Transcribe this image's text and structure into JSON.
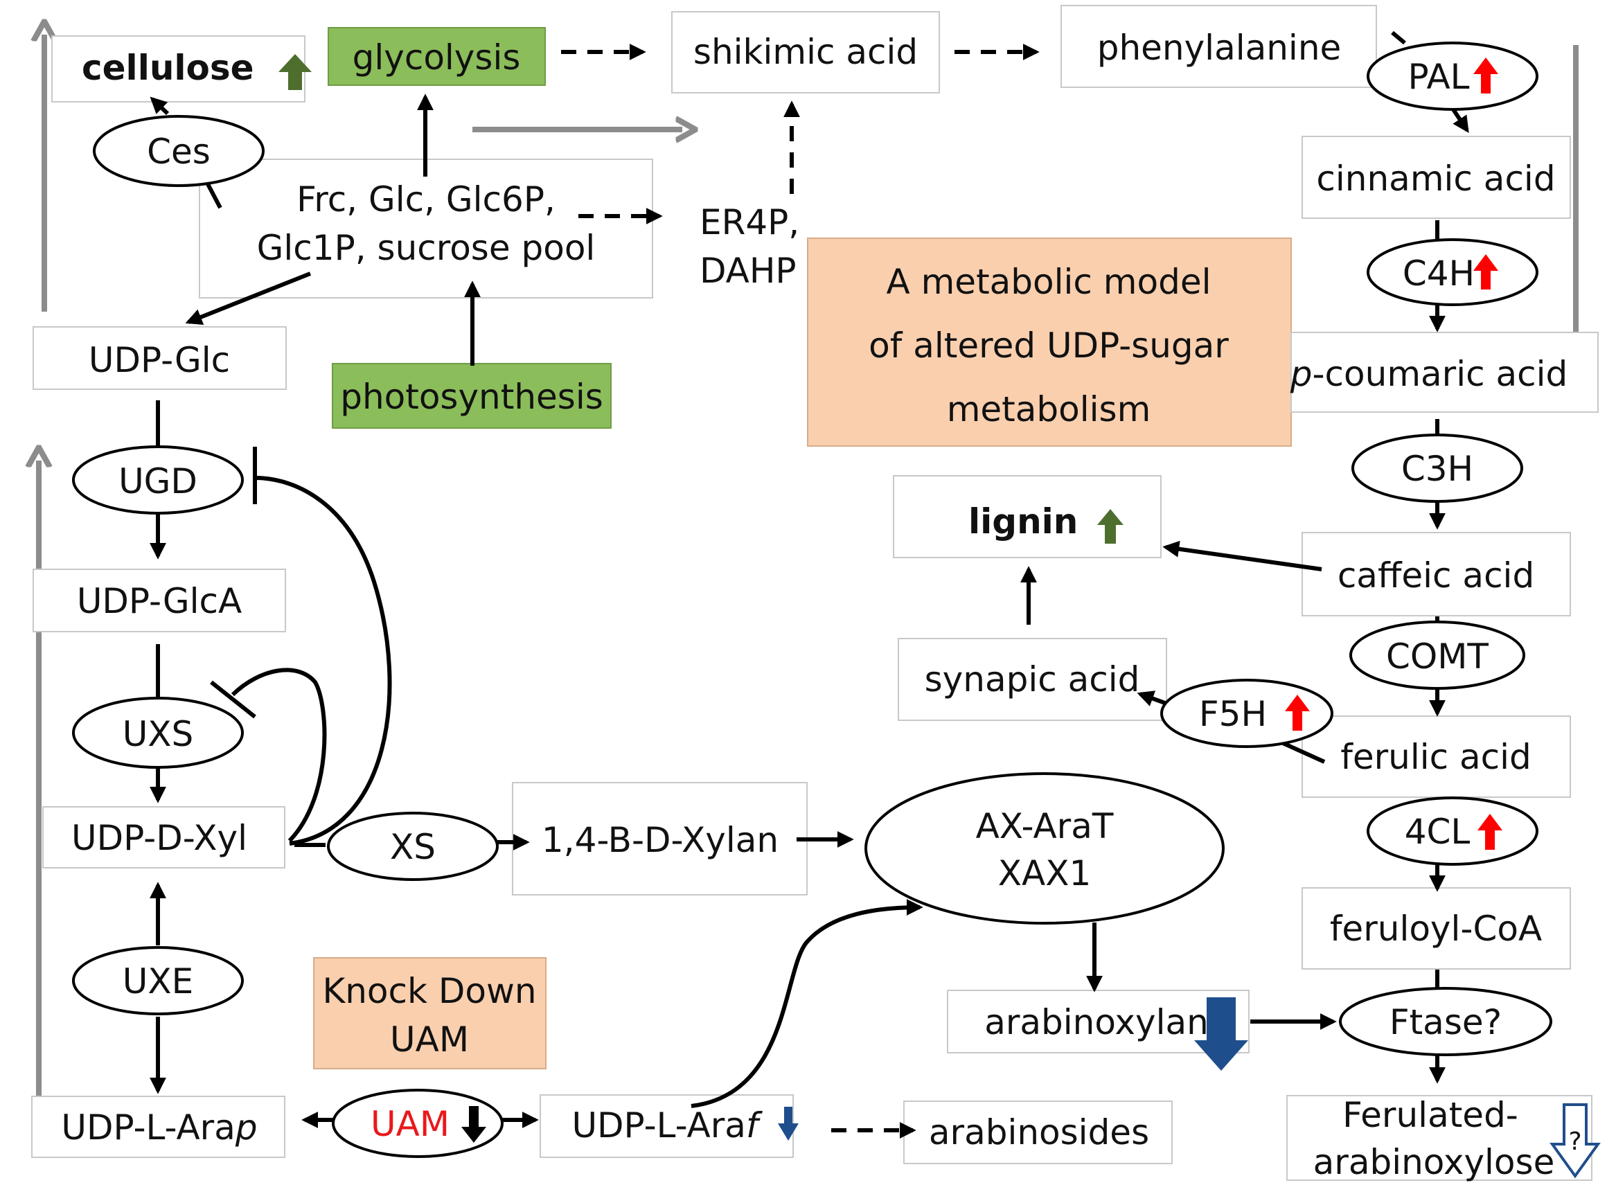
{
  "title": "A metabolic model of altered UDP-sugar metabolism",
  "title_lines": [
    "A metabolic model",
    "of altered UDP-sugar",
    "metabolism"
  ],
  "colors": {
    "process_green": "#8bbd5a",
    "title_orange": "#f9cfae",
    "up_red": "#ff0000",
    "up_green": "#4e6e2e",
    "down_blue": "#1f4e8c",
    "grey_arrow": "#8c8c8c"
  },
  "nodes": {
    "cellulose": "cellulose",
    "glycolysis": "glycolysis",
    "shikimic": "shikimic acid",
    "phenylalanine": "phenylalanine",
    "pool_line1": "Frc, Glc, Glc6P,",
    "pool_line2": "Glc1P, sucrose pool",
    "er4p_line1": "ER4P,",
    "er4p_line2": "DAHP",
    "cinnamic": "cinnamic acid",
    "udp_glc": "UDP-Glc",
    "photosynthesis": "photosynthesis",
    "pcoumaric_italic": "p",
    "pcoumaric_rest": "-coumaric acid",
    "lignin": "lignin",
    "caffeic": "caffeic acid",
    "udp_glca": "UDP-GlcA",
    "synapic": "synapic acid",
    "ferulic": "ferulic acid",
    "udp_d_xyl": "UDP-D-Xyl",
    "xylan": "1,4-B-D-Xylan",
    "feruloyl_coa": "feruloyl-CoA",
    "knockdown_line1": "Knock Down",
    "knockdown_line2": "UAM",
    "arabinoxylan": "arabinoxylan",
    "udp_l_arap_main": "UDP-L-Ara",
    "udp_l_arap_italic": "p",
    "udp_l_araf_main": "UDP-L-Ara",
    "udp_l_araf_italic": "f",
    "arabinosides": "arabinosides",
    "ferulated_line1": "Ferulated-",
    "ferulated_line2": "arabinoxylose",
    "question_mark": "?"
  },
  "enzymes": {
    "ces": "Ces",
    "pal": "PAL",
    "c4h": "C4H",
    "c3h": "C3H",
    "ugd": "UGD",
    "comt": "COMT",
    "uxs": "UXS",
    "f5h": "F5H",
    "xs": "XS",
    "ax_arat_line1": "AX-AraT",
    "ax_arat_line2": "XAX1",
    "cl4": "4CL",
    "uxe": "UXE",
    "ftase": "Ftase?",
    "uam": "UAM"
  },
  "regulation": {
    "cellulose": "up",
    "lignin": "up",
    "pal": "up",
    "c4h": "up",
    "f5h": "up",
    "cl4": "up",
    "uam": "down",
    "udp_l_araf": "down",
    "arabinoxylan": "down",
    "ferulated_arabinoxylose": "uncertain-down"
  }
}
